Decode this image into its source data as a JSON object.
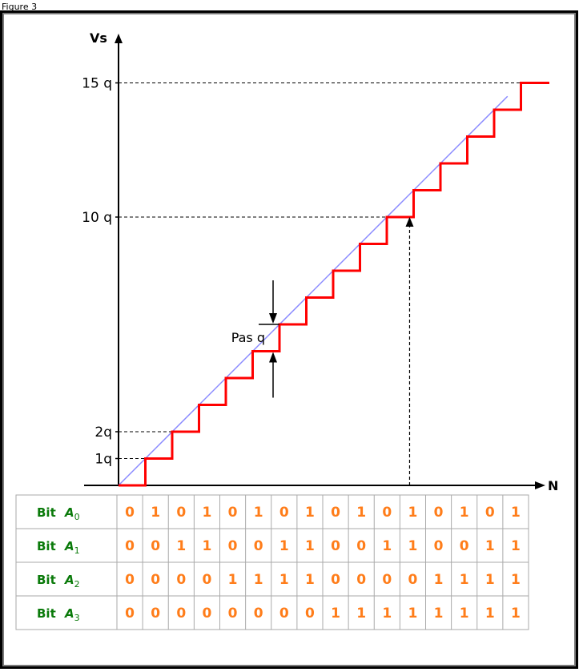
{
  "header": {
    "label": "Figure 3"
  },
  "chart": {
    "y_axis_label": "Vs",
    "x_axis_label": "N",
    "y_ticks": [
      {
        "label": "15 q",
        "level": 15
      },
      {
        "label": "10 q",
        "level": 10
      },
      {
        "label": "2q",
        "level": 2
      },
      {
        "label": "1q",
        "level": 1
      }
    ],
    "step_annotation": "Pas q",
    "step_at_code": 6,
    "marker_code": 10,
    "codes": [
      0,
      1,
      2,
      3,
      4,
      5,
      6,
      7,
      8,
      9,
      10,
      11,
      12,
      13,
      14,
      15
    ],
    "staircase_color": "#ff0000",
    "ideal_line_color": "#8a8aff"
  },
  "table": {
    "rows": [
      {
        "label": "Bit",
        "sub": "A",
        "index": "0",
        "bits": [
          "0",
          "1",
          "0",
          "1",
          "0",
          "1",
          "0",
          "1",
          "0",
          "1",
          "0",
          "1",
          "0",
          "1",
          "0",
          "1"
        ]
      },
      {
        "label": "Bit",
        "sub": "A",
        "index": "1",
        "bits": [
          "0",
          "0",
          "1",
          "1",
          "0",
          "0",
          "1",
          "1",
          "0",
          "0",
          "1",
          "1",
          "0",
          "0",
          "1",
          "1"
        ]
      },
      {
        "label": "Bit",
        "sub": "A",
        "index": "2",
        "bits": [
          "0",
          "0",
          "0",
          "0",
          "1",
          "1",
          "1",
          "1",
          "0",
          "0",
          "0",
          "0",
          "1",
          "1",
          "1",
          "1"
        ]
      },
      {
        "label": "Bit",
        "sub": "A",
        "index": "3",
        "bits": [
          "0",
          "0",
          "0",
          "0",
          "0",
          "0",
          "0",
          "0",
          "1",
          "1",
          "1",
          "1",
          "1",
          "1",
          "1",
          "1"
        ]
      }
    ],
    "label_color": "#0a7a0a",
    "bit_color": "#ff7d1a"
  }
}
